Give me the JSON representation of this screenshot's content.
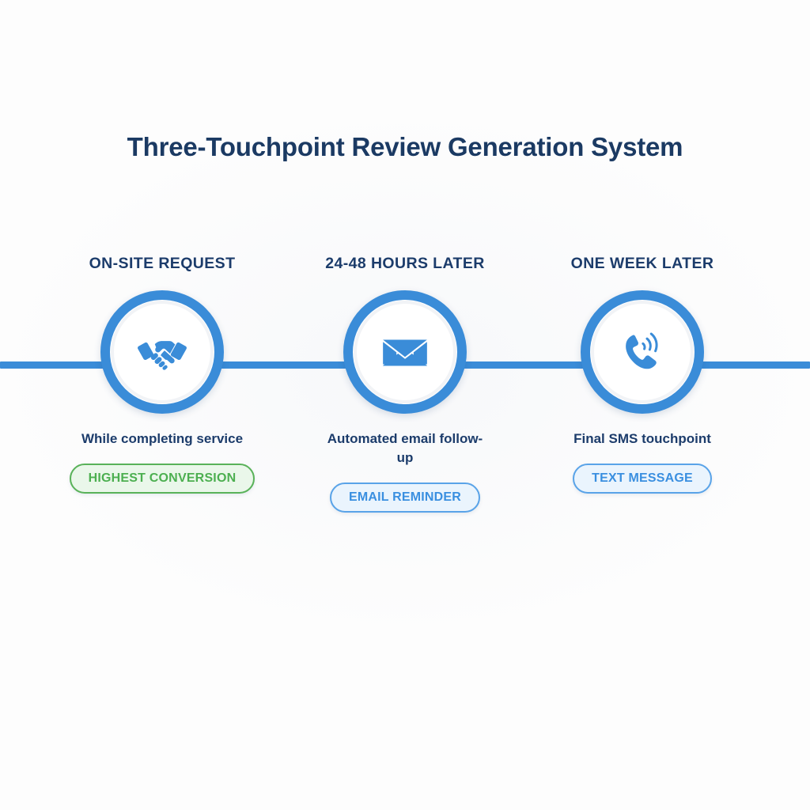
{
  "page": {
    "title": "Three-Touchpoint Review Generation System",
    "background_color": "#fdfdfd"
  },
  "theme": {
    "navy": "#1c3c6b",
    "blue": "#3a8cd8",
    "green": "#4caf50",
    "pill_blue_fill": "#eaf4fd",
    "pill_green_fill": "#eaf7ea"
  },
  "timeline": {
    "line_color": "#3a8cd8",
    "steps": [
      {
        "label": "ON-SITE REQUEST",
        "icon": "handshake-icon",
        "description": "While completing service",
        "badge": "HIGHEST CONVERSION",
        "badge_style": "green"
      },
      {
        "label": "24-48 HOURS LATER",
        "icon": "envelope-icon",
        "description": "Automated email follow-up",
        "badge": "EMAIL REMINDER",
        "badge_style": "blue"
      },
      {
        "label": "ONE WEEK LATER",
        "icon": "phone-ringing-icon",
        "description": "Final SMS touchpoint",
        "badge": "TEXT MESSAGE",
        "badge_style": "blue"
      }
    ]
  }
}
